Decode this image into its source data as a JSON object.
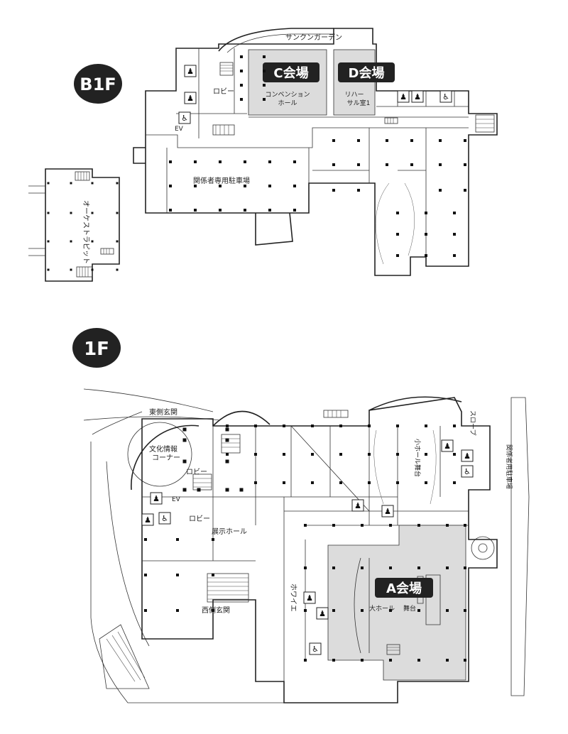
{
  "floors": {
    "b1": {
      "badge": "B1F",
      "venues": {
        "c": {
          "badge": "C会場",
          "room_lines": [
            "コンベンション",
            "ホール"
          ]
        },
        "d": {
          "badge": "D会場",
          "room_lines": [
            "リハー",
            "サル室1"
          ]
        }
      },
      "labels": {
        "sunken_garden": "サンクンガーデン",
        "lobby": "ロビー",
        "ev": "EV",
        "parking": "関係者専用駐車場",
        "orchestra_pit": "オーケストラピット"
      }
    },
    "f1": {
      "badge": "1F",
      "venues": {
        "a": {
          "badge": "A会場"
        }
      },
      "labels": {
        "east_entrance": "東側玄関",
        "culture_info": [
          "文化情報",
          "コーナー"
        ],
        "lobby_upper": "ロビー",
        "lobby_lower": "ロビー",
        "ev": "EV",
        "exhibition_hall": "展示ホール",
        "west_entrance": "西側玄関",
        "foyer": "ホワイエ",
        "grand_hall": "大ホール",
        "grand_stage": "舞台",
        "small_hall_stage": "小ホール舞台",
        "slope": "スロープ",
        "parking": "関係者用駐車場"
      }
    }
  },
  "icons": {
    "restroom": "toilet-icon",
    "accessible": "wheelchair-icon"
  },
  "colors": {
    "venue_fill": "#dcdcdc",
    "badge_bg": "#222222",
    "wall": "#222222"
  }
}
